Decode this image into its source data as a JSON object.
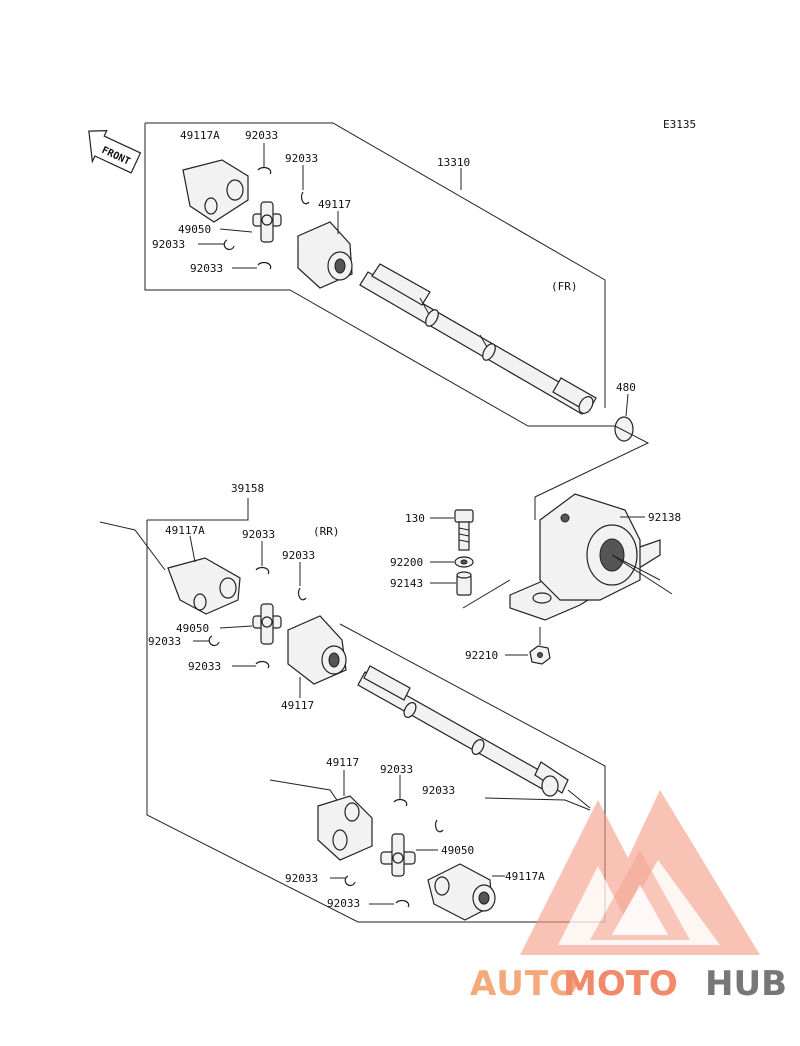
{
  "diagram_code": "E3135",
  "front_label": "FRONT",
  "section_labels": {
    "front": "(FR)",
    "rear": "(RR)"
  },
  "parts": {
    "front_shaft_assy": "13310",
    "rear_shaft_assy": "39158",
    "circlip": "480",
    "bolt": "130",
    "washer": "92200",
    "collar": "92143",
    "bearing_support": "92138",
    "nut": "92210",
    "front_yoke_a": "49117A",
    "front_clip_1": "92033",
    "front_clip_2": "92033",
    "front_yoke": "49117",
    "front_spider": "49050",
    "front_clip_3": "92033",
    "front_clip_4": "92033",
    "rear_yoke_a_top": "49117A",
    "rear_clip_1": "92033",
    "rear_clip_2": "92033",
    "rear_spider_top": "49050",
    "rear_clip_3": "92033",
    "rear_clip_4": "92033",
    "rear_yoke_top": "49117",
    "rear_yoke_bottom": "49117",
    "rear_clip_5": "92033",
    "rear_clip_6": "92033",
    "rear_spider_bottom": "49050",
    "rear_yoke_a_bottom": "49117A",
    "rear_clip_7": "92033",
    "rear_clip_8": "92033"
  },
  "watermark": {
    "part1": "AUTO",
    "part2": "MOTO",
    "part3": "HUB"
  }
}
